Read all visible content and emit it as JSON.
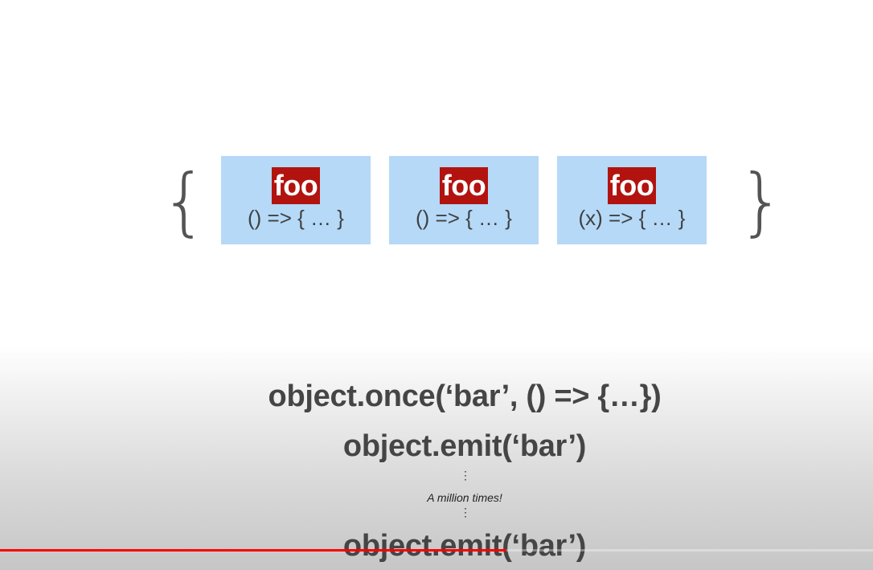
{
  "slide": {
    "open_brace": "{",
    "close_brace": "}",
    "handlers": [
      {
        "name": "foo",
        "code": "() => { … }"
      },
      {
        "name": "foo",
        "code": "() => { … }"
      },
      {
        "name": "foo",
        "code": "(x) => { … }"
      }
    ],
    "code_once": "object.once(‘bar’, () => {…})",
    "code_emit_first": "object.emit(‘bar’)",
    "ellipsis": "⋮",
    "repeat_note": "A million times!",
    "code_emit_last": "object.emit(‘bar’)"
  },
  "player": {
    "progress_percent": 58,
    "progress_color": "#ff0000"
  },
  "colors": {
    "box_fill": "#b5d9f7",
    "label_fill": "#b2130f",
    "text": "#454545"
  }
}
